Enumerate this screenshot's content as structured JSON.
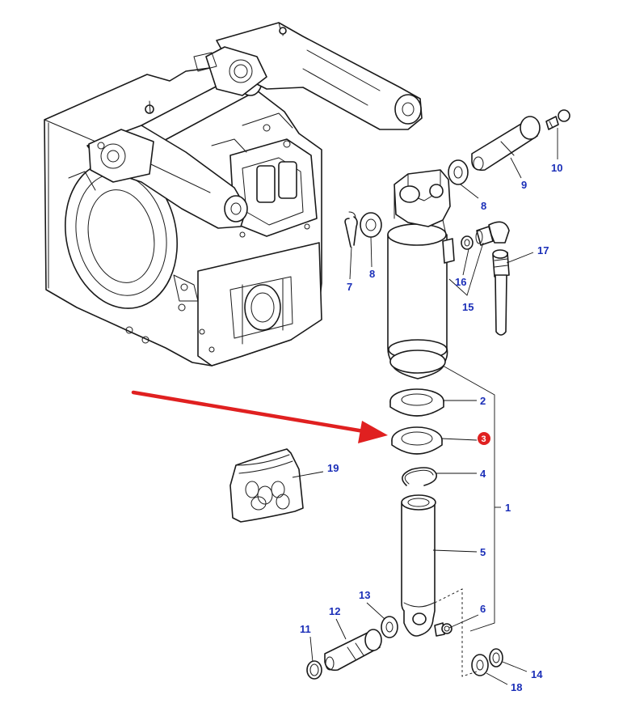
{
  "colors": {
    "label": "#1b2fb8",
    "arrow": "#e02020",
    "highlight": "#e02020",
    "line": "#1a1a1a"
  },
  "highlighted_part": "3",
  "callouts": {
    "c1": "1",
    "c2": "2",
    "c3": "3",
    "c4": "4",
    "c5": "5",
    "c6": "6",
    "c7": "7",
    "c8a": "8",
    "c8b": "8",
    "c9": "9",
    "c10": "10",
    "c11": "11",
    "c12": "12",
    "c13": "13",
    "c14": "14",
    "c15": "15",
    "c16": "16",
    "c17": "17",
    "c18": "18",
    "c19": "19"
  }
}
